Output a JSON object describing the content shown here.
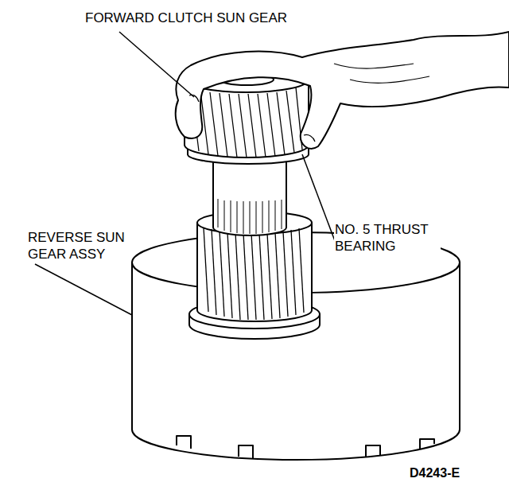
{
  "diagram": {
    "labels": [
      "FORWARD CLUTCH SUN GEAR",
      "REVERSE SUN GEAR ASSY",
      "NO. 5 THRUST BEARING",
      "D4243-E"
    ]
  }
}
